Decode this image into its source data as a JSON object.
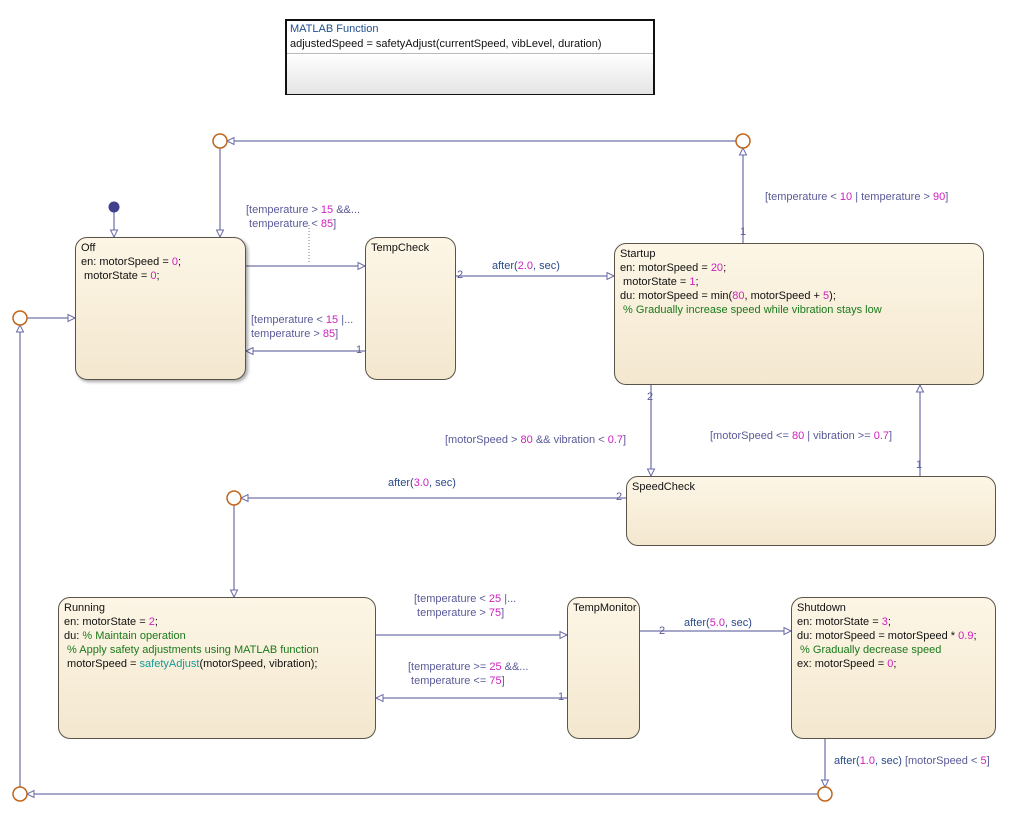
{
  "colors": {
    "wire": "#8a8ab8",
    "junction": "#c0651a",
    "default_dot": "#40408f",
    "guard": "#5a5a98",
    "number": "#d020c0",
    "comment": "#1a7a1a",
    "function": "#149a9a"
  },
  "matlab_function": {
    "title": "MATLAB Function",
    "signature": "adjustedSpeed = safetyAdjust(currentSpeed, vibLevel, duration)"
  },
  "states": {
    "off": {
      "name": "Off",
      "lines": [
        [
          [
            "k",
            "en: motorSpeed = "
          ],
          [
            "n",
            "0"
          ],
          [
            "k",
            ";"
          ]
        ],
        [
          [
            "k",
            " motorState = "
          ],
          [
            "n",
            "0"
          ],
          [
            "k",
            ";"
          ]
        ]
      ]
    },
    "tempcheck": {
      "name": "TempCheck",
      "lines": []
    },
    "startup": {
      "name": "Startup",
      "lines": [
        [
          [
            "k",
            "en: motorSpeed = "
          ],
          [
            "n",
            "20"
          ],
          [
            "k",
            ";"
          ]
        ],
        [
          [
            "k",
            " motorState = "
          ],
          [
            "n",
            "1"
          ],
          [
            "k",
            ";"
          ]
        ],
        [
          [
            "k",
            "du: motorSpeed = min("
          ],
          [
            "n",
            "80"
          ],
          [
            "k",
            ", motorSpeed + "
          ],
          [
            "n",
            "5"
          ],
          [
            "k",
            ");"
          ]
        ],
        [
          [
            "c",
            " % Gradually increase speed while vibration stays low"
          ]
        ]
      ]
    },
    "speedcheck": {
      "name": "SpeedCheck",
      "lines": []
    },
    "running": {
      "name": "Running",
      "lines": [
        [
          [
            "k",
            "en: motorState = "
          ],
          [
            "n",
            "2"
          ],
          [
            "k",
            ";"
          ]
        ],
        [
          [
            "k",
            "du: "
          ],
          [
            "c",
            "% Maintain operation"
          ]
        ],
        [
          [
            "c",
            " % Apply safety adjustments using MATLAB function"
          ]
        ],
        [
          [
            "k",
            " motorSpeed = "
          ],
          [
            "f",
            "safetyAdjust"
          ],
          [
            "k",
            "(motorSpeed, vibration);"
          ]
        ]
      ]
    },
    "tempmonitor": {
      "name": "TempMonitor",
      "lines": []
    },
    "shutdown": {
      "name": "Shutdown",
      "lines": [
        [
          [
            "k",
            "en: motorState = "
          ],
          [
            "n",
            "3"
          ],
          [
            "k",
            ";"
          ]
        ],
        [
          [
            "k",
            "du: motorSpeed = motorSpeed * "
          ],
          [
            "n",
            "0.9"
          ],
          [
            "k",
            ";"
          ]
        ],
        [
          [
            "c",
            " % Gradually decrease speed"
          ]
        ],
        [
          [
            "k",
            "ex: motorSpeed = "
          ],
          [
            "n",
            "0"
          ],
          [
            "k",
            ";"
          ]
        ]
      ]
    }
  },
  "transitions": {
    "off_to_tempcheck": [
      [
        [
          "g",
          "[temperature > "
        ],
        [
          "n",
          "15"
        ],
        [
          "g",
          " &&..."
        ]
      ],
      [
        [
          "g",
          " temperature < "
        ],
        [
          "n",
          "85"
        ],
        [
          "g",
          "]"
        ]
      ]
    ],
    "tempcheck_to_off": [
      [
        [
          "g",
          "[temperature < "
        ],
        [
          "n",
          "15"
        ],
        [
          "g",
          " |..."
        ]
      ],
      [
        [
          "g",
          "temperature > "
        ],
        [
          "n",
          "85"
        ],
        [
          "g",
          "]"
        ]
      ]
    ],
    "tempcheck_to_startup": [
      [
        [
          "e",
          "after("
        ],
        [
          "n",
          "2.0"
        ],
        [
          "e",
          ", sec)"
        ]
      ]
    ],
    "startup_to_junction": [
      [
        [
          "g",
          "[temperature < "
        ],
        [
          "n",
          "10"
        ],
        [
          "g",
          " | temperature > "
        ],
        [
          "n",
          "90"
        ],
        [
          "g",
          "]"
        ]
      ]
    ],
    "startup_to_speedcheck": [
      [
        [
          "g",
          "[motorSpeed > "
        ],
        [
          "n",
          "80"
        ],
        [
          "g",
          " && vibration < "
        ],
        [
          "n",
          "0.7"
        ],
        [
          "g",
          "]"
        ]
      ]
    ],
    "speedcheck_to_startup": [
      [
        [
          "g",
          "[motorSpeed <= "
        ],
        [
          "n",
          "80"
        ],
        [
          "g",
          " | vibration >= "
        ],
        [
          "n",
          "0.7"
        ],
        [
          "g",
          "]"
        ]
      ]
    ],
    "speedcheck_to_running": [
      [
        [
          "e",
          "after("
        ],
        [
          "n",
          "3.0"
        ],
        [
          "e",
          ", sec)"
        ]
      ]
    ],
    "running_to_tempmonitor": [
      [
        [
          "g",
          "[temperature < "
        ],
        [
          "n",
          "25"
        ],
        [
          "g",
          " |..."
        ]
      ],
      [
        [
          "g",
          " temperature > "
        ],
        [
          "n",
          "75"
        ],
        [
          "g",
          "]"
        ]
      ]
    ],
    "tempmonitor_to_running": [
      [
        [
          "g",
          "[temperature >= "
        ],
        [
          "n",
          "25"
        ],
        [
          "g",
          " &&..."
        ]
      ],
      [
        [
          "g",
          " temperature <= "
        ],
        [
          "n",
          "75"
        ],
        [
          "g",
          "]"
        ]
      ]
    ],
    "tempmonitor_to_shutdown": [
      [
        [
          "e",
          "after("
        ],
        [
          "n",
          "5.0"
        ],
        [
          "e",
          ", sec)"
        ]
      ]
    ],
    "shutdown_to_junction": [
      [
        [
          "e",
          "after("
        ],
        [
          "n",
          "1.0"
        ],
        [
          "e",
          ", sec) "
        ],
        [
          "g",
          "[motorSpeed < "
        ],
        [
          "n",
          "5"
        ],
        [
          "g",
          "]"
        ]
      ]
    ]
  },
  "priorities": {
    "startup_up": "1",
    "tempcheck_right": "2",
    "tempcheck_left": "1",
    "startup_down": "2",
    "speedcheck_up": "1",
    "speedcheck_left": "2",
    "tempmonitor_left": "1",
    "tempmonitor_right": "2"
  }
}
